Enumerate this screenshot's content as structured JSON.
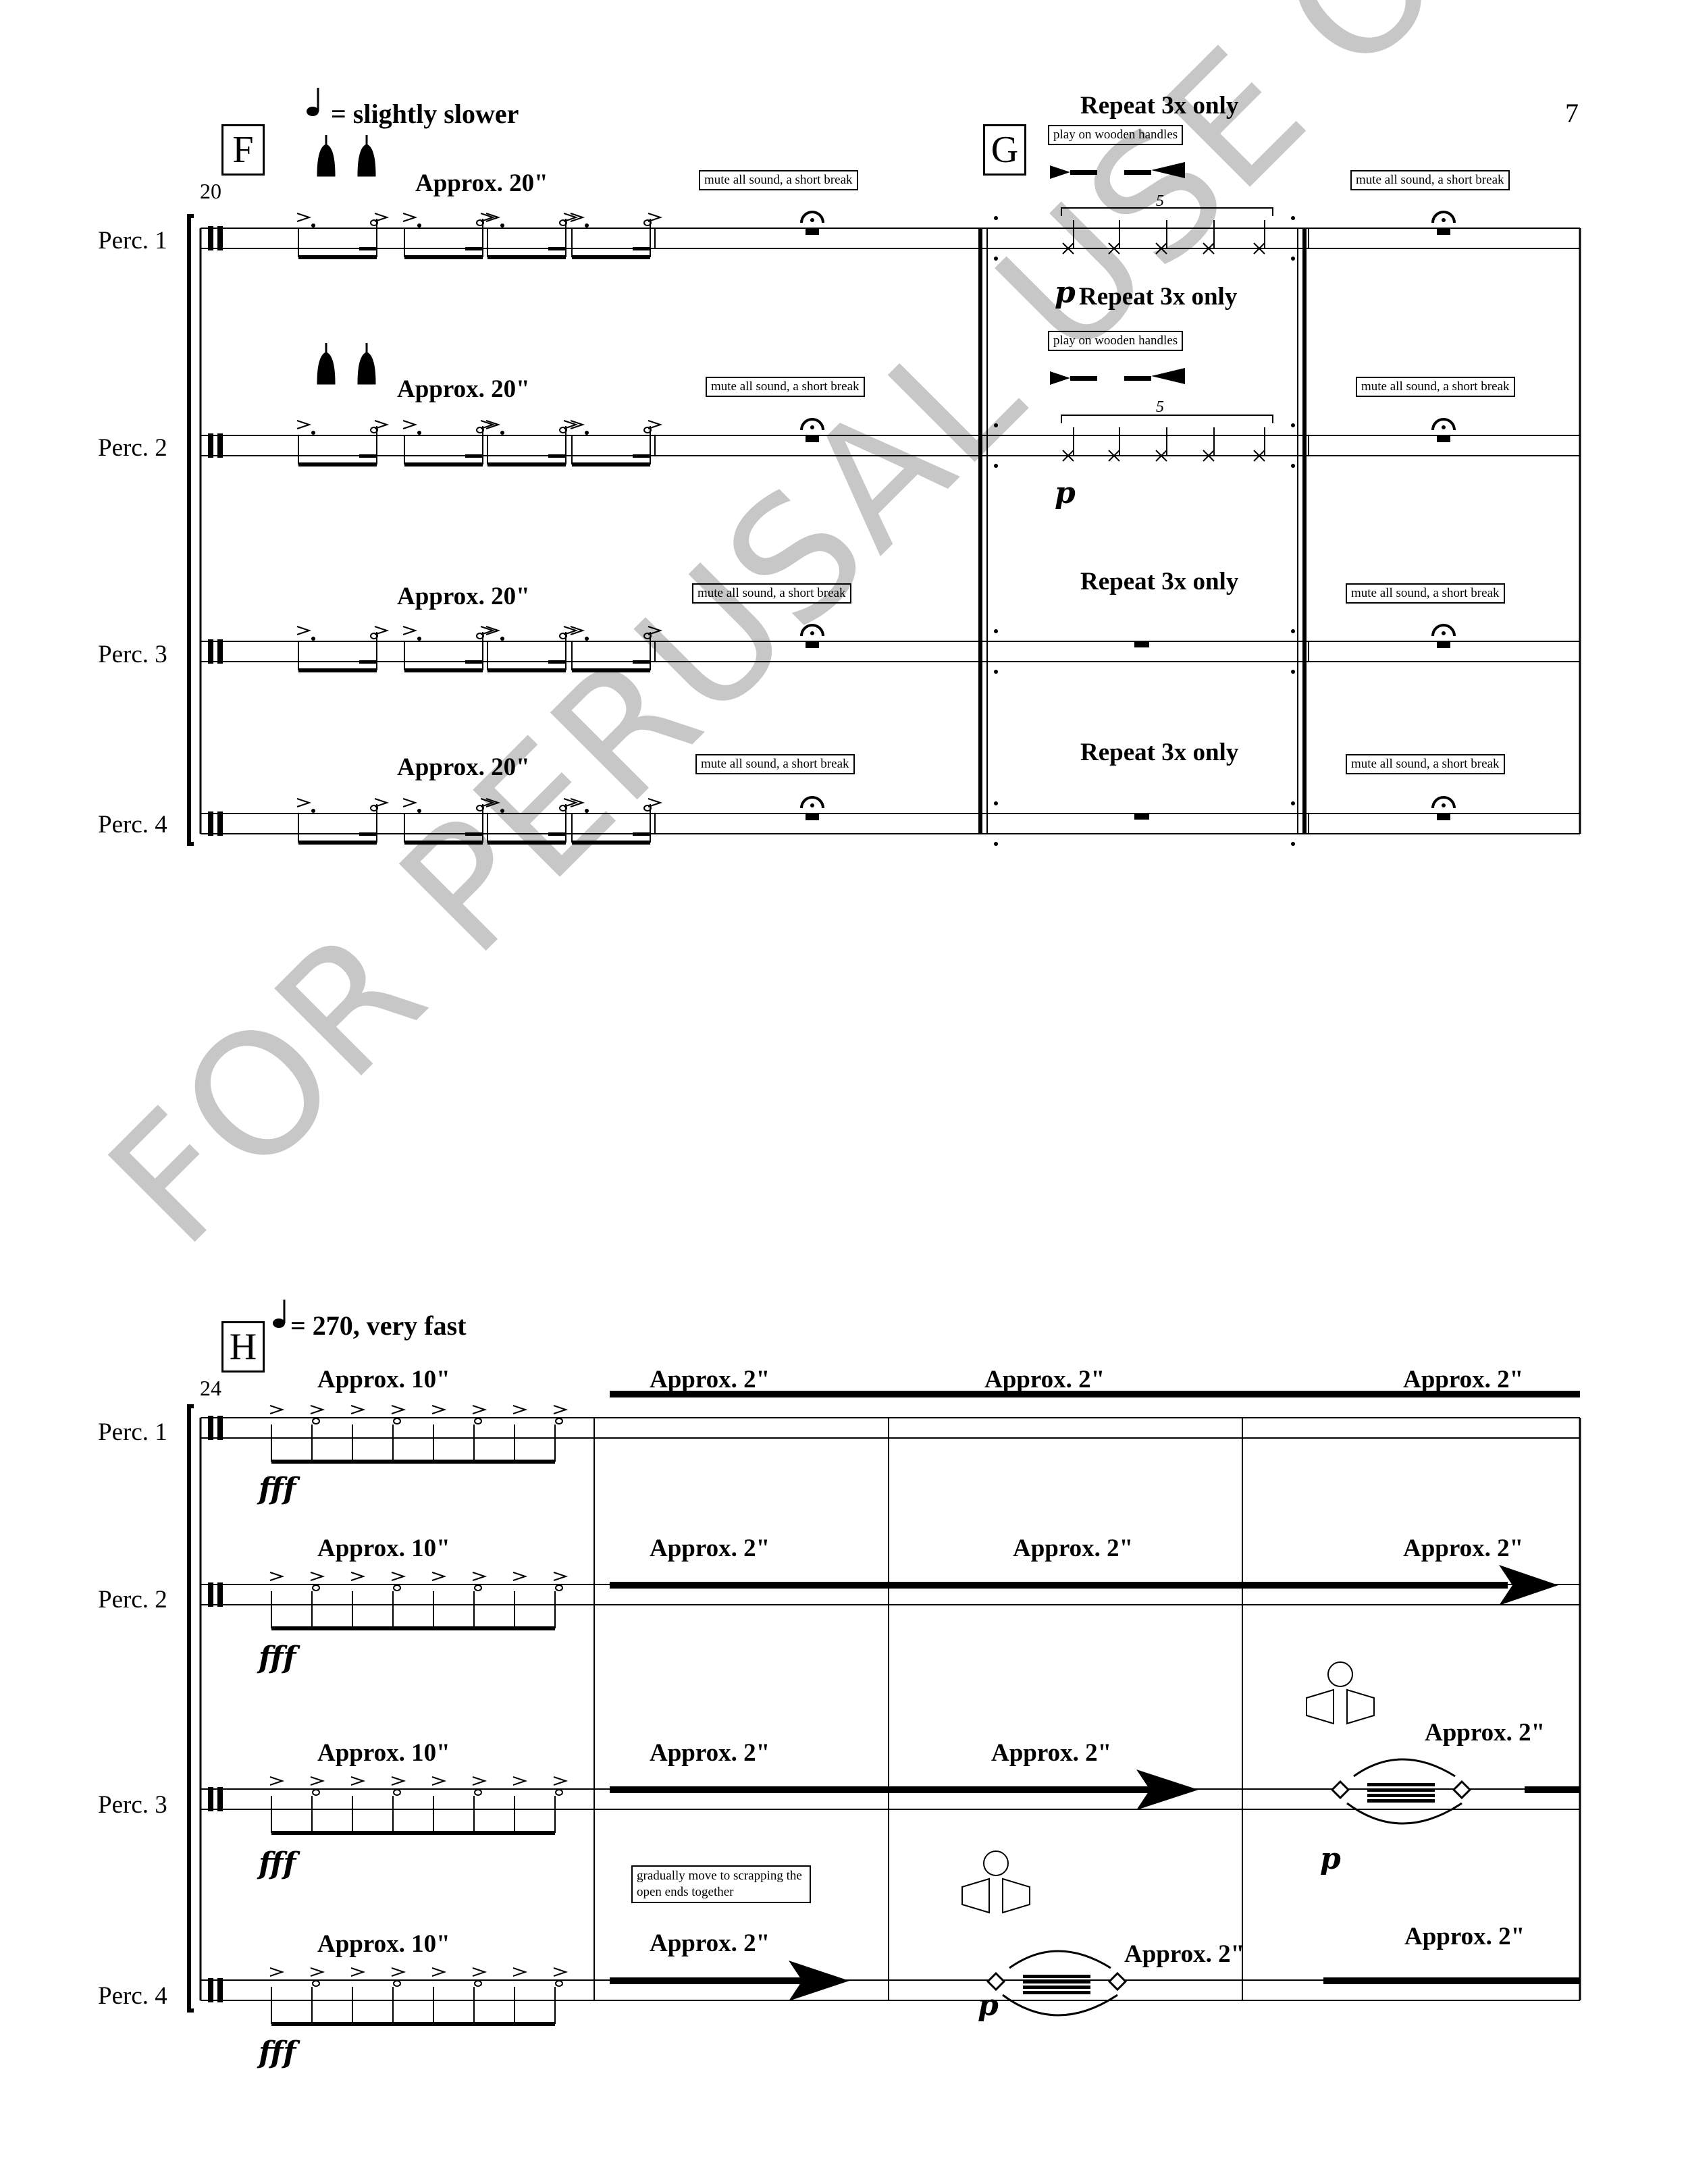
{
  "page_number": "7",
  "watermark": "FOR PERUSAL USE ONLY",
  "instruments": [
    "Perc. 1",
    "Perc. 2",
    "Perc. 3",
    "Perc. 4"
  ],
  "system1": {
    "measure_number": "20",
    "rehearsal_F": "F",
    "rehearsal_G": "G",
    "tempo": "= slightly slower",
    "approx": "Approx. 20\"",
    "mute_text": "mute all sound, a short break",
    "repeat_text": "Repeat 3x only",
    "wooden_handles": "play on wooden handles",
    "tuplet": "5",
    "dyn_p": "p"
  },
  "system2": {
    "measure_number": "24",
    "rehearsal_H": "H",
    "tempo": "= 270, very fast",
    "approx10": "Approx. 10\"",
    "approx2": "Approx. 2\"",
    "dyn_fff": "fff",
    "dyn_p": "p",
    "scrape_text": "gradually move to scrapping the open ends together"
  }
}
